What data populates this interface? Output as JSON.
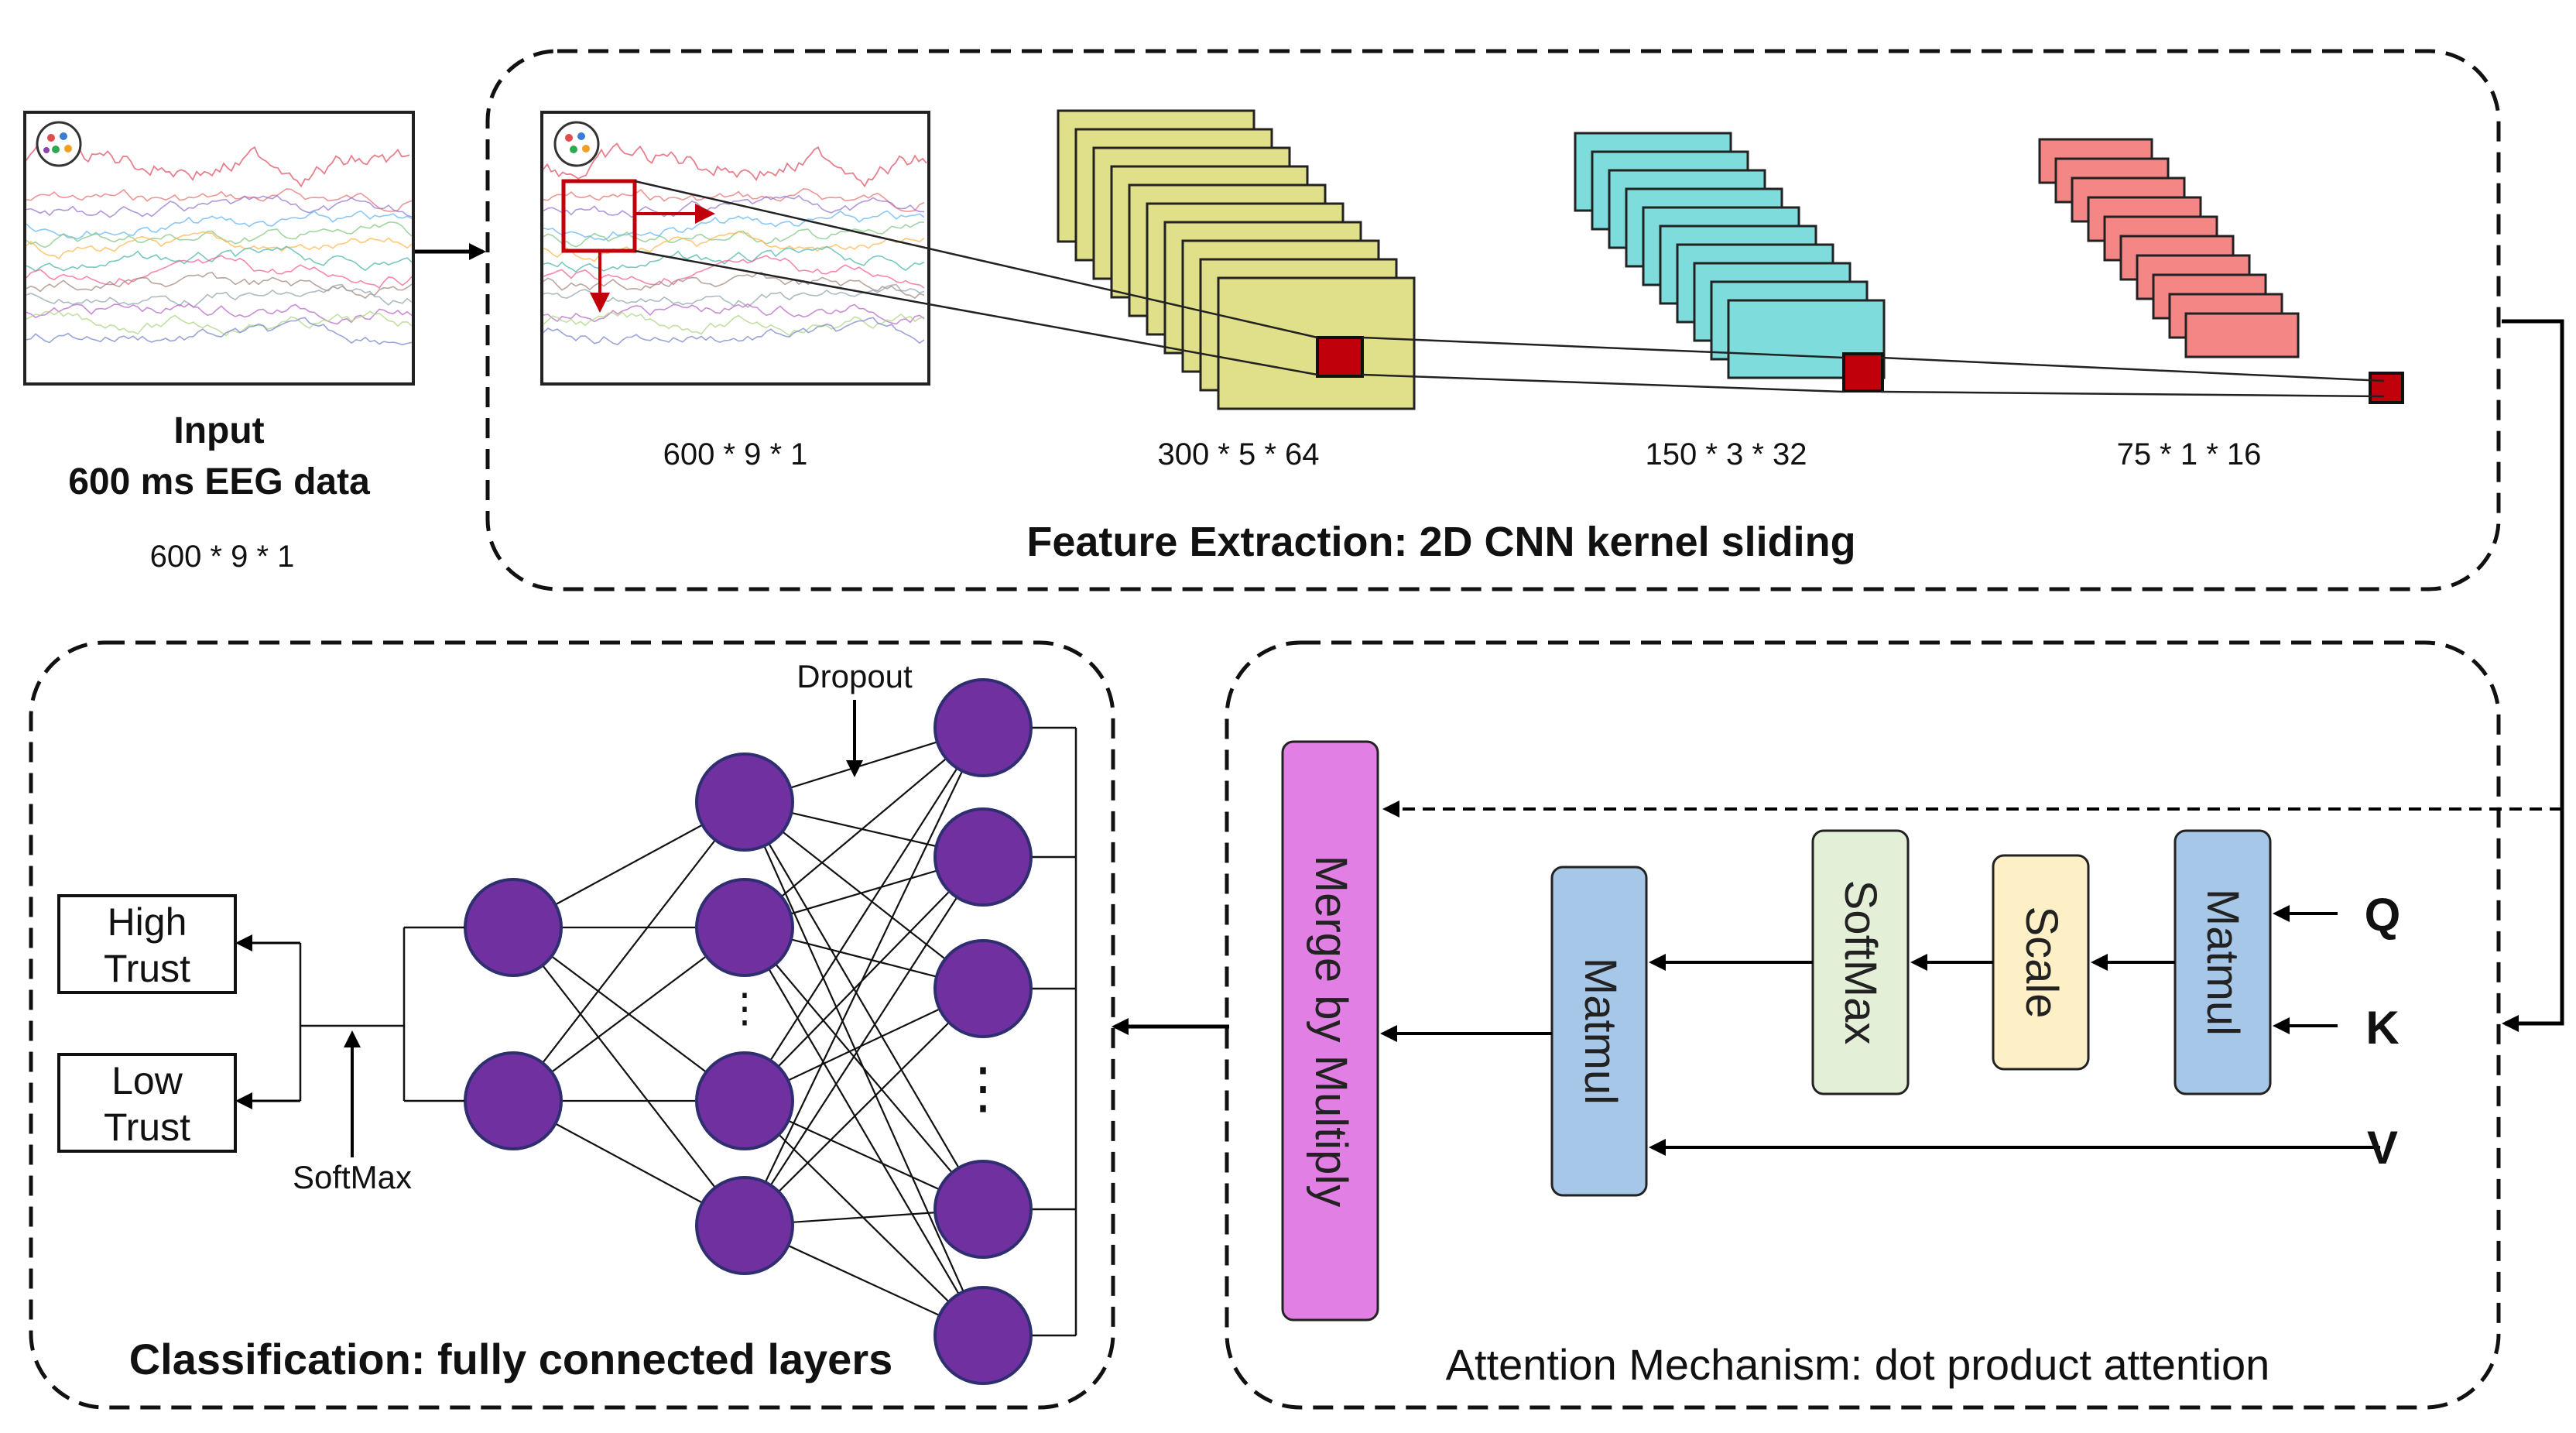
{
  "colors": {
    "map_yellow": "#e0df8a",
    "map_cyan": "#7fdcdc",
    "map_red": "#f58686",
    "kernel": "#c0000a",
    "neuron": "#7030a0",
    "neuron_stroke": "#2e2e70",
    "merge": "#e17fe4",
    "matmul": "#a6c7e8",
    "softmax": "#e4efd8",
    "scale": "#fdf0c6"
  },
  "input": {
    "title": "Input",
    "subtitle": "600 ms EEG data",
    "dims": "600 * 9 * 1"
  },
  "feature": {
    "title": "Feature Extraction: 2D CNN kernel sliding",
    "dims": [
      "600 * 9 * 1",
      "300 * 5 * 64",
      "150 * 3 * 32",
      "75 * 1 * 16"
    ]
  },
  "attention": {
    "title": "Attention Mechanism: dot product attention",
    "merge": "Merge by Multiply",
    "matmul": "Matmul",
    "softmax": "SoftMax",
    "scale": "Scale",
    "matmul2": "Matmul",
    "q": "Q",
    "k": "K",
    "v": "V"
  },
  "classification": {
    "title": "Classification: fully connected layers",
    "dropout": "Dropout",
    "softmax": "SoftMax",
    "high": [
      "High",
      "Trust"
    ],
    "low": [
      "Low",
      "Trust"
    ],
    "ellipsis1": "⋮",
    "ellipsis2": "⋮"
  }
}
